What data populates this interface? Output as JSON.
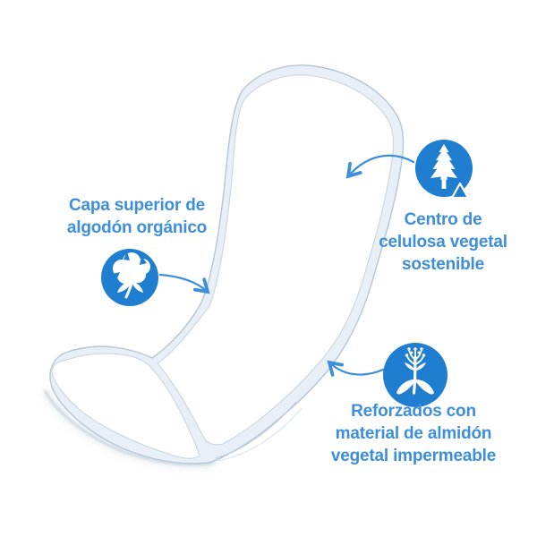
{
  "colors": {
    "icon_circle_blue": "#1f7ed0",
    "accent_blue": "#3d8edb",
    "pad_outline": "#b5c6d6",
    "pad_band_fill": "#e9eff7",
    "pad_inner_line": "#c8d5e2"
  },
  "callouts": [
    {
      "id": "organic-cotton-top-layer",
      "icon": "cotton-boll-icon",
      "lines": [
        "Capa superior de",
        "algodón orgánico"
      ]
    },
    {
      "id": "sustainable-cellulose-core",
      "icon": "pine-tree-icon",
      "lines": [
        "Centro de",
        "celulosa vegetal",
        "sostenible"
      ]
    },
    {
      "id": "waterproof-starch-backing",
      "icon": "corn-plant-icon",
      "lines": [
        "Reforzados con",
        "material de almidón",
        "vegetal impermeable"
      ]
    }
  ]
}
